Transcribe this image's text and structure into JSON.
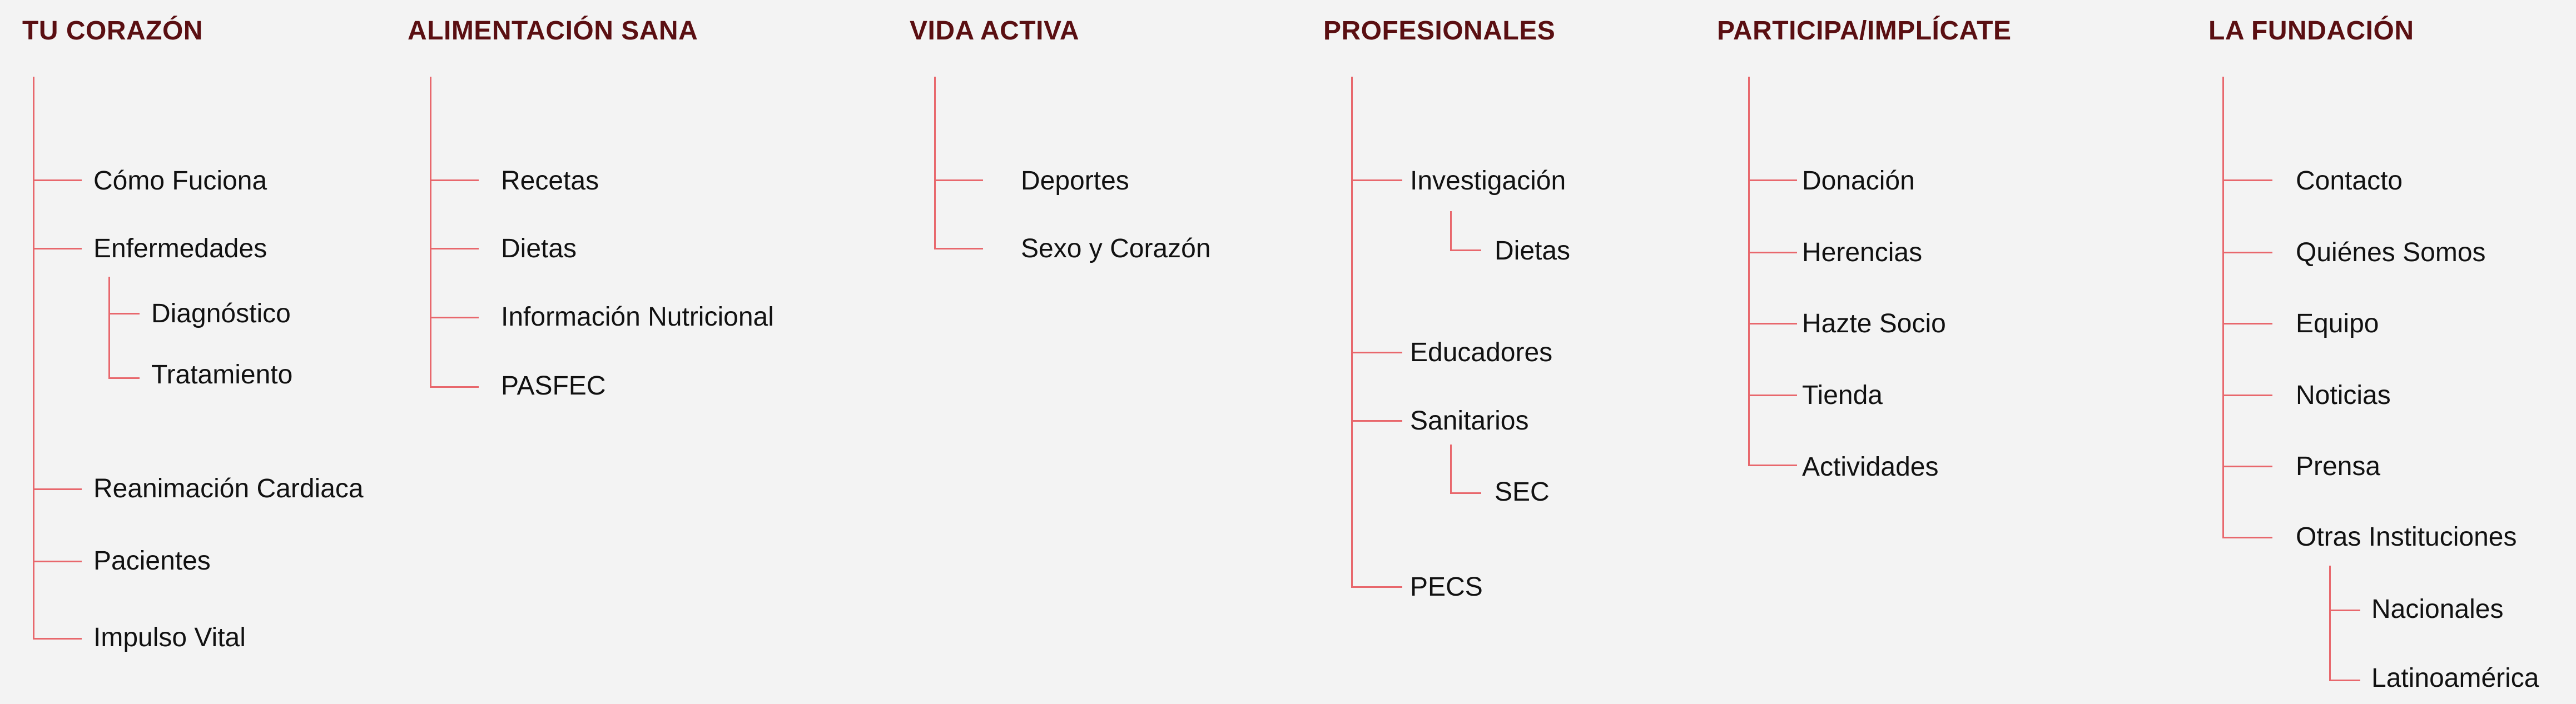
{
  "accent_line_color": "#e8676c",
  "heading_color": "#5a0f12",
  "text_color": "#111111",
  "background": "#f3f3f3",
  "columns": [
    {
      "heading": "TU CORAZÓN",
      "items": [
        {
          "label": "Cómo Fuciona"
        },
        {
          "label": "Enfermedades",
          "children": [
            {
              "label": "Diagnóstico"
            },
            {
              "label": "Tratamiento"
            }
          ]
        },
        {
          "label": "Reanimación Cardiaca"
        },
        {
          "label": "Pacientes"
        },
        {
          "label": "Impulso Vital"
        }
      ]
    },
    {
      "heading": "ALIMENTACIÓN SANA",
      "items": [
        {
          "label": "Recetas"
        },
        {
          "label": "Dietas"
        },
        {
          "label": "Información Nutricional"
        },
        {
          "label": "PASFEC"
        }
      ]
    },
    {
      "heading": "VIDA ACTIVA",
      "items": [
        {
          "label": "Deportes"
        },
        {
          "label": "Sexo y Corazón"
        }
      ]
    },
    {
      "heading": "PROFESIONALES",
      "items": [
        {
          "label": "Investigación",
          "children": [
            {
              "label": "Dietas"
            }
          ]
        },
        {
          "label": "Educadores"
        },
        {
          "label": "Sanitarios",
          "children": [
            {
              "label": "SEC"
            }
          ]
        },
        {
          "label": "PECS"
        }
      ]
    },
    {
      "heading": "PARTICIPA/IMPLÍCATE",
      "items": [
        {
          "label": "Donación"
        },
        {
          "label": "Herencias"
        },
        {
          "label": "Hazte Socio"
        },
        {
          "label": "Tienda"
        },
        {
          "label": "Actividades"
        }
      ]
    },
    {
      "heading": "LA FUNDACIÓN",
      "items": [
        {
          "label": "Contacto"
        },
        {
          "label": "Quiénes Somos"
        },
        {
          "label": "Equipo"
        },
        {
          "label": "Noticias"
        },
        {
          "label": "Prensa"
        },
        {
          "label": "Otras Instituciones",
          "children": [
            {
              "label": "Nacionales"
            },
            {
              "label": "Latinoamérica"
            }
          ]
        }
      ]
    }
  ]
}
